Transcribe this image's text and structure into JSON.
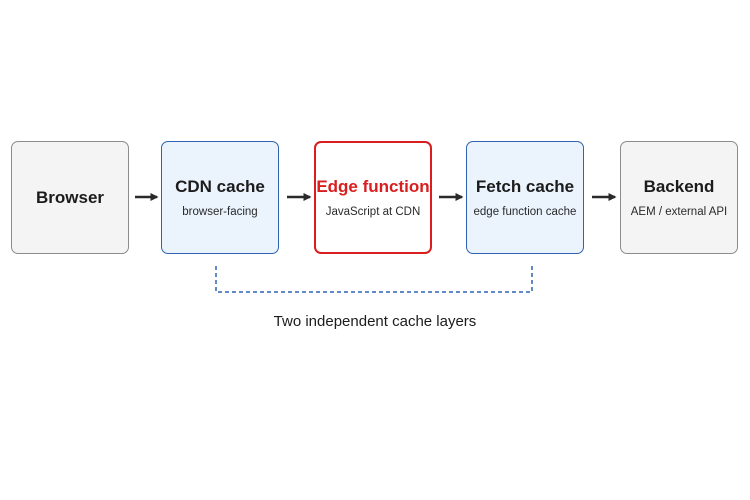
{
  "diagram": {
    "nodes": [
      {
        "id": "browser",
        "title": "Browser",
        "subtitle": "",
        "style": "neutral"
      },
      {
        "id": "cdn",
        "title": "CDN cache",
        "subtitle": "browser-facing",
        "style": "cache"
      },
      {
        "id": "edge",
        "title": "Edge function",
        "subtitle": "JavaScript at CDN",
        "style": "highlight"
      },
      {
        "id": "fetch",
        "title": "Fetch cache",
        "subtitle": "edge function cache",
        "style": "cache"
      },
      {
        "id": "backend",
        "title": "Backend",
        "subtitle": "AEM / external API",
        "style": "neutral"
      }
    ],
    "bracket_label": "Two independent cache layers"
  },
  "colors": {
    "cache_border": "#2f63b0",
    "cache_fill": "#ebf3fd",
    "highlight": "#d81e1e",
    "neutral_border": "#8c8c8c",
    "neutral_fill": "#f4f4f4",
    "text": "#1c1c1c"
  }
}
